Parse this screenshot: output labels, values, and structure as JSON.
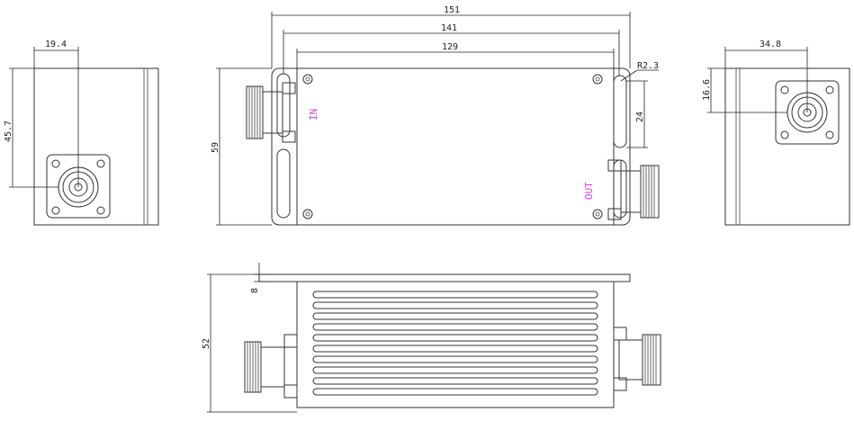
{
  "colors": {
    "line": "#333333",
    "port_label": "#e040e0",
    "background": "#ffffff"
  },
  "left_view": {
    "dim_width": "19.4",
    "dim_height": "45.7"
  },
  "front_view": {
    "dim_overall": "151",
    "dim_holes": "141",
    "dim_body": "129",
    "dim_radius": "R2.3",
    "dim_slot": "24",
    "dim_height": "59",
    "label_in": "IN",
    "label_out": "OUT"
  },
  "right_view": {
    "dim_width": "34.8",
    "dim_height": "16.6"
  },
  "bottom_view": {
    "dim_flange": "8",
    "dim_height": "52"
  }
}
